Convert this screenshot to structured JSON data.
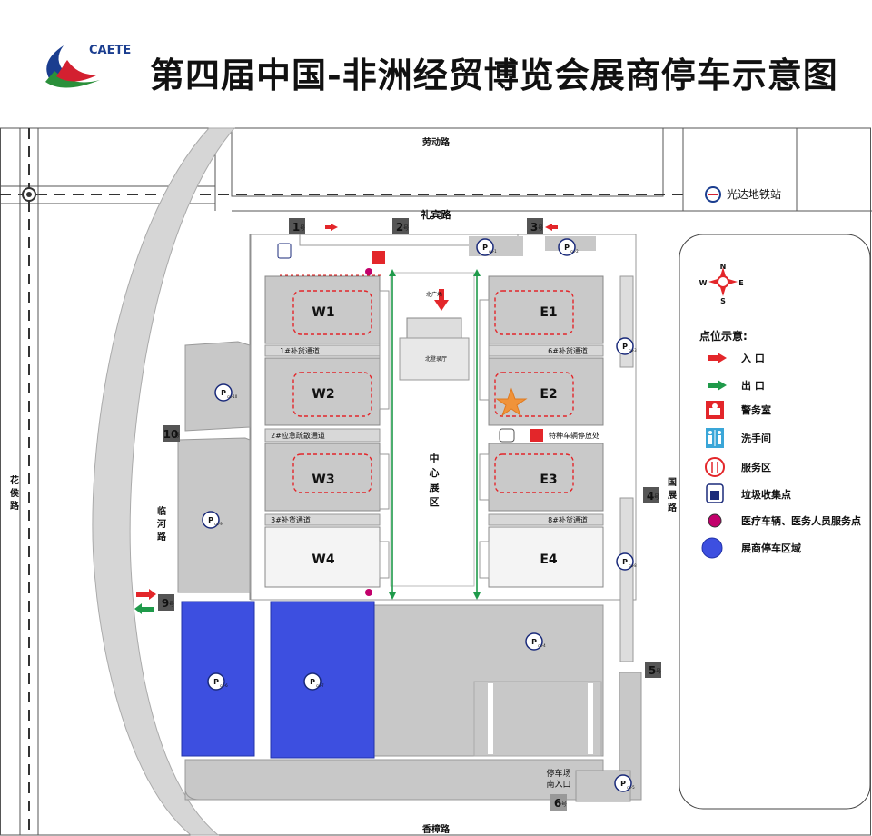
{
  "title": "第四届中国-非洲经贸博览会展商停车示意图",
  "logo_text": "CAETE",
  "roads": {
    "laodong": "劳动路",
    "libin": "礼宾路",
    "huahou": "花\n侯\n路",
    "linhe": "临\n河\n路",
    "guozhan": "国\n展\n路",
    "xiangzhang": "香樟路"
  },
  "metro": "光达地铁站",
  "gates": [
    "1",
    "2",
    "3",
    "4",
    "5",
    "6",
    "9",
    "10"
  ],
  "gate_suffix": "号",
  "halls": [
    "W1",
    "W2",
    "W3",
    "W4",
    "E1",
    "E2",
    "E3",
    "E4"
  ],
  "center_zone": "中\n心\n展\n区",
  "north_square": "北广场",
  "north_hall": "北登录厅",
  "channels": {
    "c1": "1#补货通道",
    "c2": "2#应急疏散通道",
    "c3": "3#补货通道",
    "c6": "6#补货通道",
    "c8": "8#补货通道"
  },
  "special_parking": "特种车辆停放处",
  "south_entrance": "停车场\n南入口",
  "parking": [
    "Pcu-1",
    "Pcu-2",
    "Pcu-3",
    "Pcu-4",
    "Pcu-5",
    "Pcu-6",
    "Pcu-7",
    "Pcu-8",
    "Pcu-9",
    "Pcu-10"
  ],
  "legend": {
    "title": "点位示意:",
    "compass": [
      "N",
      "S",
      "W",
      "E"
    ],
    "items": [
      {
        "icon": "entrance-arrow-icon",
        "label": "入 口"
      },
      {
        "icon": "exit-arrow-icon",
        "label": "出 口"
      },
      {
        "icon": "police-room-icon",
        "label": "警务室"
      },
      {
        "icon": "restroom-icon",
        "label": "洗手间"
      },
      {
        "icon": "service-area-icon",
        "label": "服务区"
      },
      {
        "icon": "trash-icon",
        "label": "垃圾收集点"
      },
      {
        "icon": "medical-point-icon",
        "label": "医疗车辆、医务人员服务点"
      },
      {
        "icon": "exhibitor-parking-icon",
        "label": "展商停车区域"
      }
    ]
  },
  "colors": {
    "entrance": "#e3262a",
    "exit": "#1f9a4a",
    "parking_blue": "#3d4fe0",
    "gray_area": "#c8c8c8",
    "hall_gray": "#c9c9c9",
    "medical": "#c2006b",
    "navy": "#1a2a7a"
  }
}
